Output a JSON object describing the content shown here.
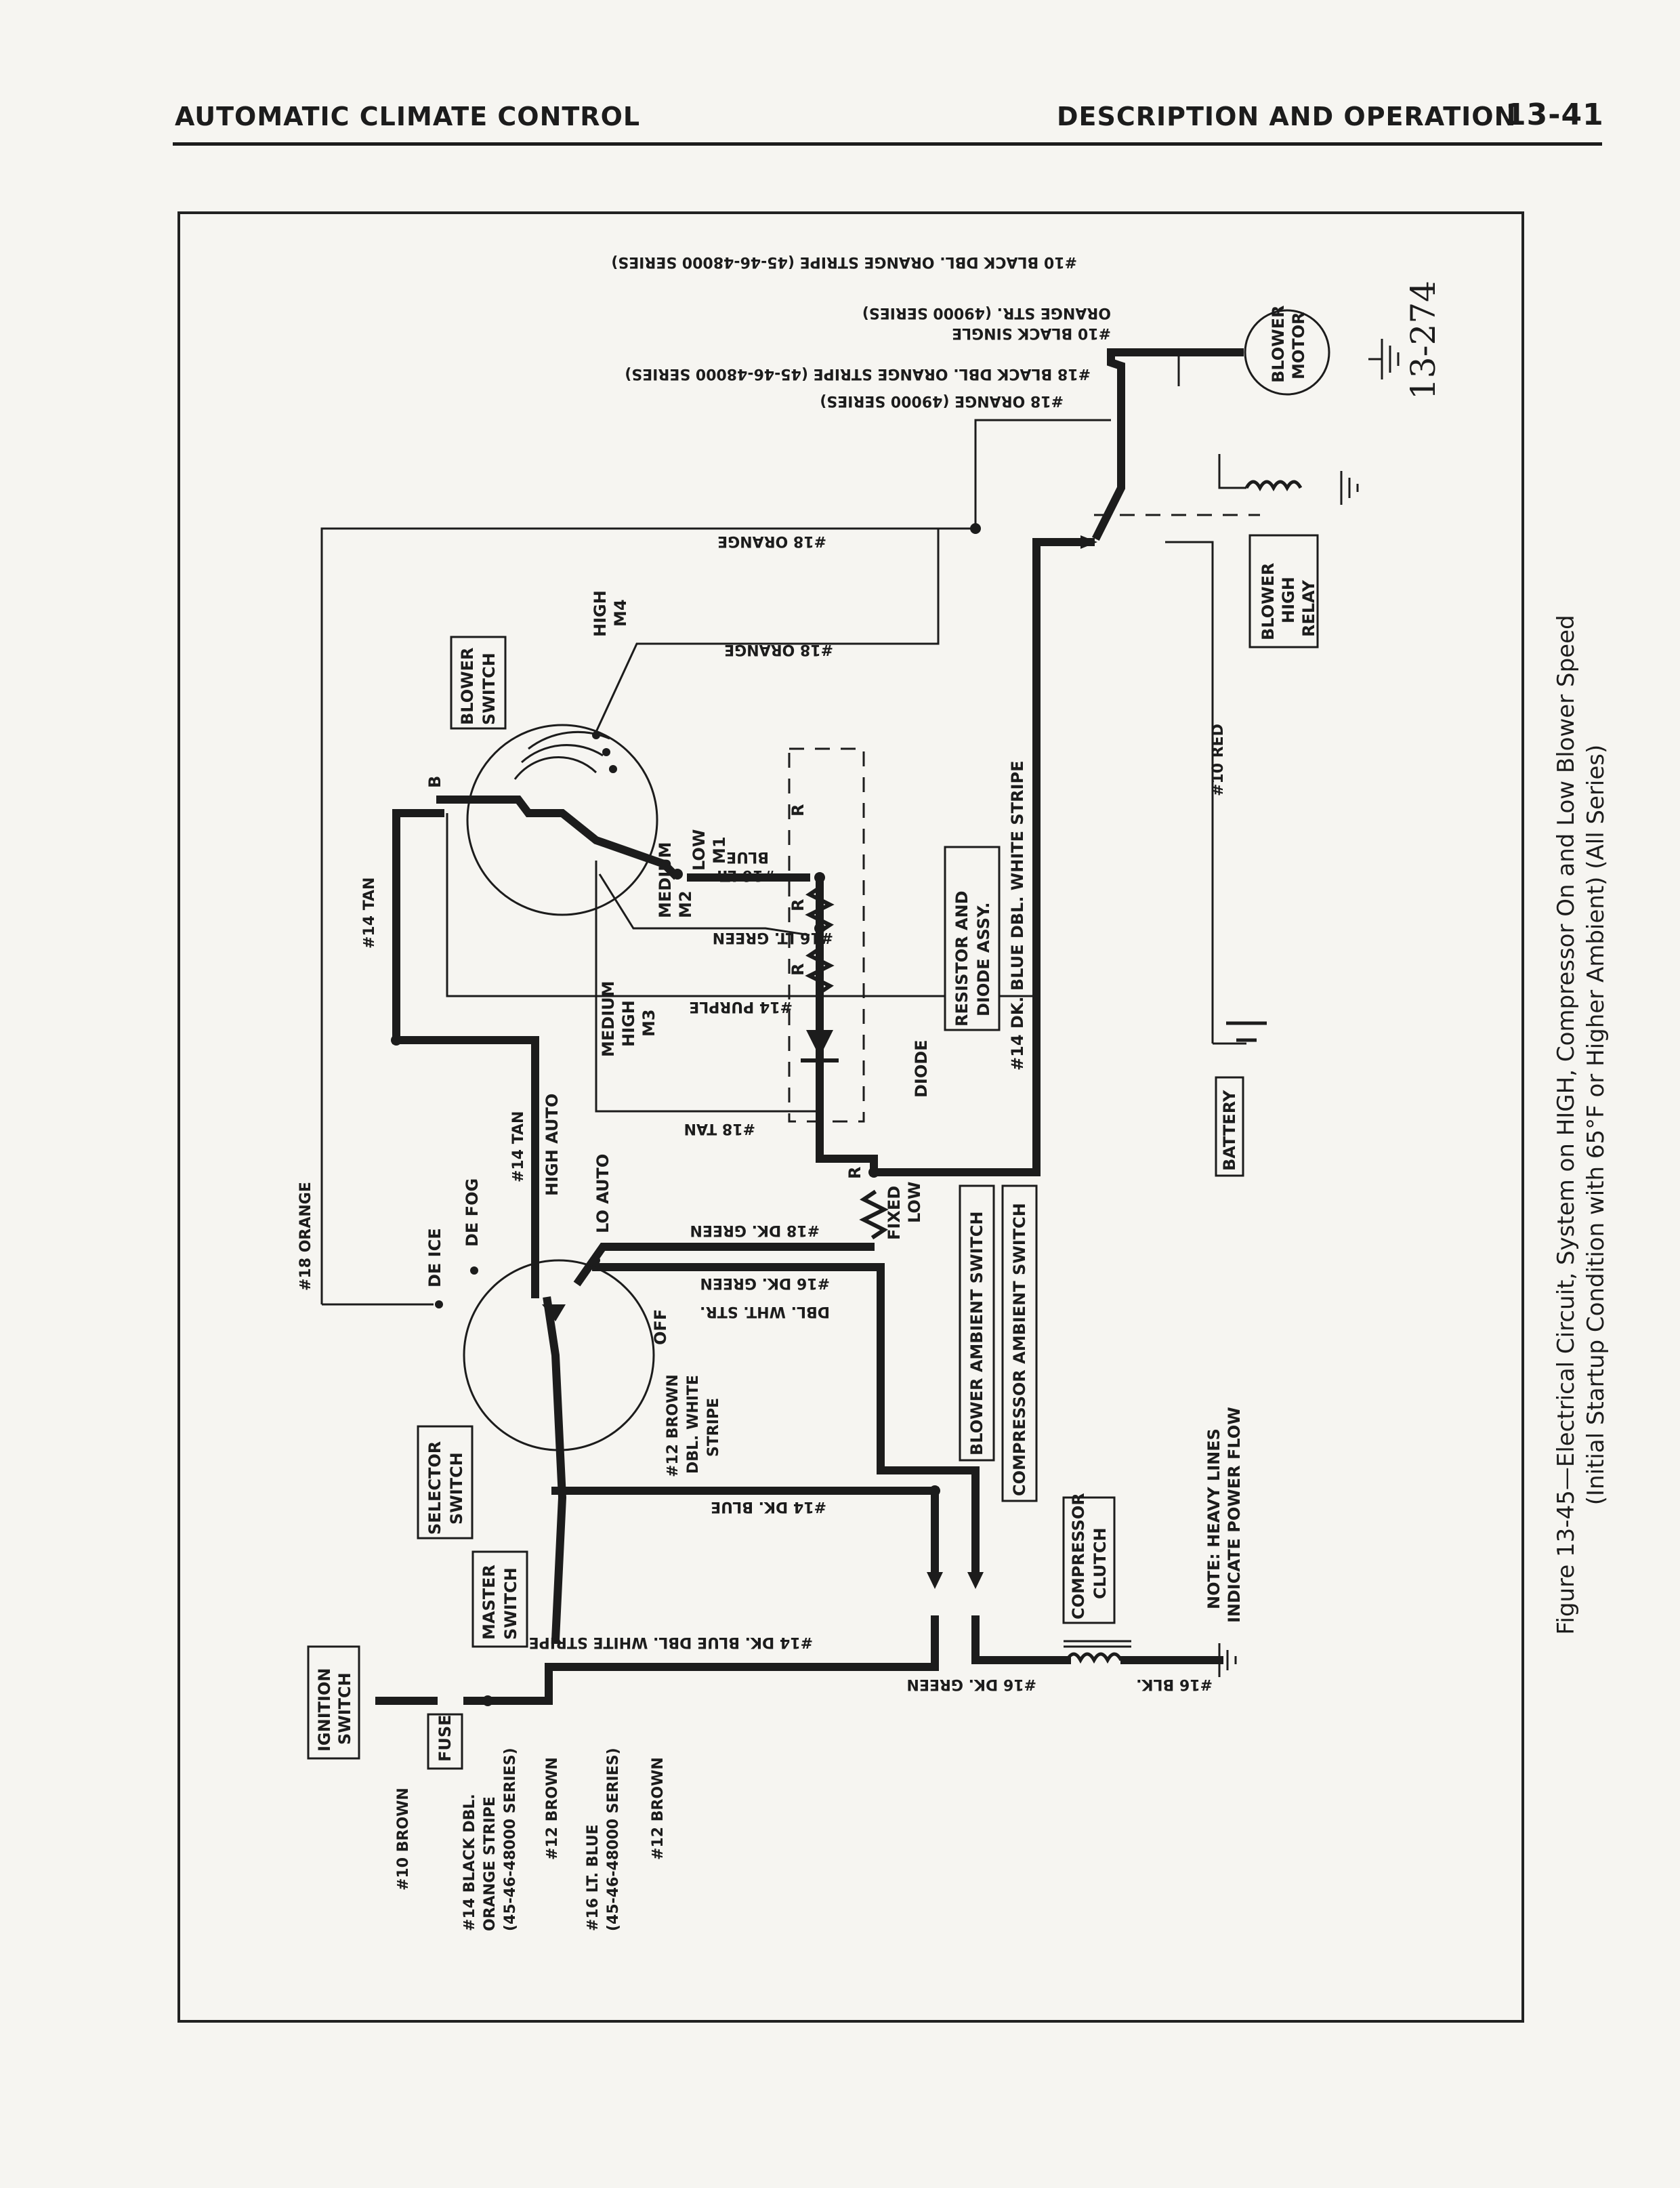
{
  "header": {
    "left": "AUTOMATIC CLIMATE CONTROL",
    "right": "DESCRIPTION AND OPERATION",
    "page_number": "13-41"
  },
  "figure_id": "13-274",
  "caption": {
    "line1": "Figure 13-45—Electrical Circuit, System on HIGH, Compressor On and Low Blower Speed",
    "line2": "(Initial Startup Condition with 65°F or Higher Ambient) (All Series)"
  },
  "labels": {
    "top_wire_1": "#10 BLACK DBL. ORANGE STRIPE (45-46-48000 SERIES)",
    "top_wire_2a": "#10 BLACK SINGLE",
    "top_wire_2b": "ORANGE STR. (49000 SERIES)",
    "top_wire_3": "#18 BLACK DBL. ORANGE STRIPE (45-46-48000 SERIES)",
    "top_wire_4": "#18 ORANGE (49000 SERIES)",
    "orange_1": "#18 ORANGE",
    "orange_2": "#18 ORANGE",
    "high_m4": "HIGH",
    "m4": "M4",
    "blower_switch_1": "BLOWER",
    "blower_switch_2": "SWITCH",
    "b_terminal": "B",
    "lt_blue": "#16 LT.",
    "blue": "BLUE",
    "low": "LOW",
    "m1": "M1",
    "medium": "MEDIUM",
    "m2": "M2",
    "lt_green": "#16 LT. GREEN",
    "purple": "#14 PURPLE",
    "medium_high_1": "MEDIUM",
    "medium_high_2": "HIGH",
    "m3": "M3",
    "tan_18": "#18 TAN",
    "tan_14_a": "#14 TAN",
    "tan_14_b": "#14 TAN",
    "high_auto": "HIGH AUTO",
    "lo_auto": "LO AUTO",
    "de_fog": "DE FOG",
    "de_ice": "DE ICE",
    "off": "OFF",
    "orange_18_left": "#18 ORANGE",
    "dk_green_18": "#18 DK. GREEN",
    "fixed_low_1": "FIXED",
    "fixed_low_2": "LOW",
    "r1": "R",
    "r2": "R",
    "r3": "R",
    "r4": "R",
    "diode": "DIODE",
    "resistor_assy_1": "RESISTOR AND",
    "resistor_assy_2": "DIODE ASSY.",
    "dk_blue_white": "#14 DK. BLUE DBL. WHITE STRIPE",
    "dbl_wht_str": "DBL. WHT. STR.",
    "dk_green_16": "#16 DK. GREEN",
    "brown_12_a": "#12 BROWN",
    "brown_12_b": "DBL. WHITE",
    "brown_12_c": "STRIPE",
    "selector_1": "SELECTOR",
    "selector_2": "SWITCH",
    "dk_blue_14": "#14 DK. BLUE",
    "blower_ambient": "BLOWER AMBIENT SWITCH",
    "compressor_ambient": "COMPRESSOR AMBIENT SWITCH",
    "master_1": "MASTER",
    "master_2": "SWITCH",
    "dk_blue_white_2": "#14 DK. BLUE DBL. WHITE STRIPE",
    "dk_green_16b": "#16 DK. GREEN",
    "blk_16": "#16 BLK.",
    "clutch_1": "COMPRESSOR",
    "clutch_2": "CLUTCH",
    "note_1": "NOTE: HEAVY LINES",
    "note_2": "INDICATE POWER FLOW",
    "battery": "BATTERY",
    "red_10": "#10 RED",
    "relay_1": "BLOWER",
    "relay_2": "HIGH",
    "relay_3": "RELAY",
    "motor_1": "BLOWER",
    "motor_2": "MOTOR",
    "ignition_1": "IGNITION",
    "ignition_2": "SWITCH",
    "fuse": "FUSE",
    "brown_10": "#10 BROWN",
    "bottom_1a": "#14 BLACK DBL.",
    "bottom_1b": "ORANGE STRIPE",
    "bottom_1c": "(45-46-48000 SERIES)",
    "bottom_2": "#12 BROWN",
    "bottom_3a": "#16 LT. BLUE",
    "bottom_3b": "(45-46-48000 SERIES)",
    "bottom_4": "#12 BROWN"
  }
}
